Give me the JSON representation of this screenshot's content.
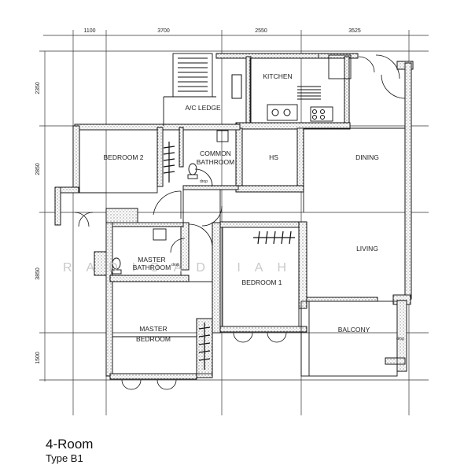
{
  "plan": {
    "title": "4-Room",
    "subtitle": "Type B1",
    "watermark": "RADIOAD IAH",
    "dimensions_top": [
      "1100",
      "3700",
      "2550",
      "3525"
    ],
    "dimensions_left": [
      "2350",
      "2850",
      "3850",
      "1500"
    ],
    "rooms": {
      "kitchen": "KITCHEN",
      "ac_ledge": "A/C LEDGE",
      "bedroom2": "BEDROOM 2",
      "common_bathroom_1": "COMMON",
      "common_bathroom_2": "BATHROOM",
      "hs": "HS",
      "dining": "DINING",
      "living": "LIVING",
      "master_bathroom_1": "MASTER",
      "master_bathroom_2": "BATHROOM",
      "bedroom1": "BEDROOM 1",
      "master_bedroom_1": "MASTER",
      "master_bedroom_2": "BEDROOM",
      "balcony": "BALCONY"
    },
    "drop_labels": [
      "drop",
      "drop",
      "drop"
    ]
  }
}
